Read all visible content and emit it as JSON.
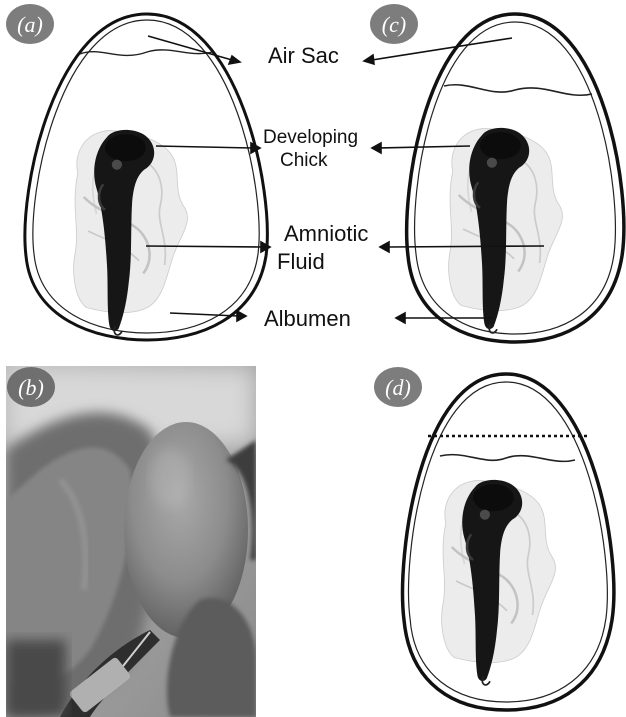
{
  "panels": [
    {
      "id": "a",
      "badge": "(a)"
    },
    {
      "id": "b",
      "badge": "(b)"
    },
    {
      "id": "c",
      "badge": "(c)"
    },
    {
      "id": "d",
      "badge": "(d)"
    }
  ],
  "labels": {
    "air_sac": "Air Sac",
    "developing_1": "Developing",
    "developing_2": "Chick",
    "amniotic_1": "Amniotic",
    "amniotic_2": "Fluid",
    "albumen": "Albumen"
  }
}
